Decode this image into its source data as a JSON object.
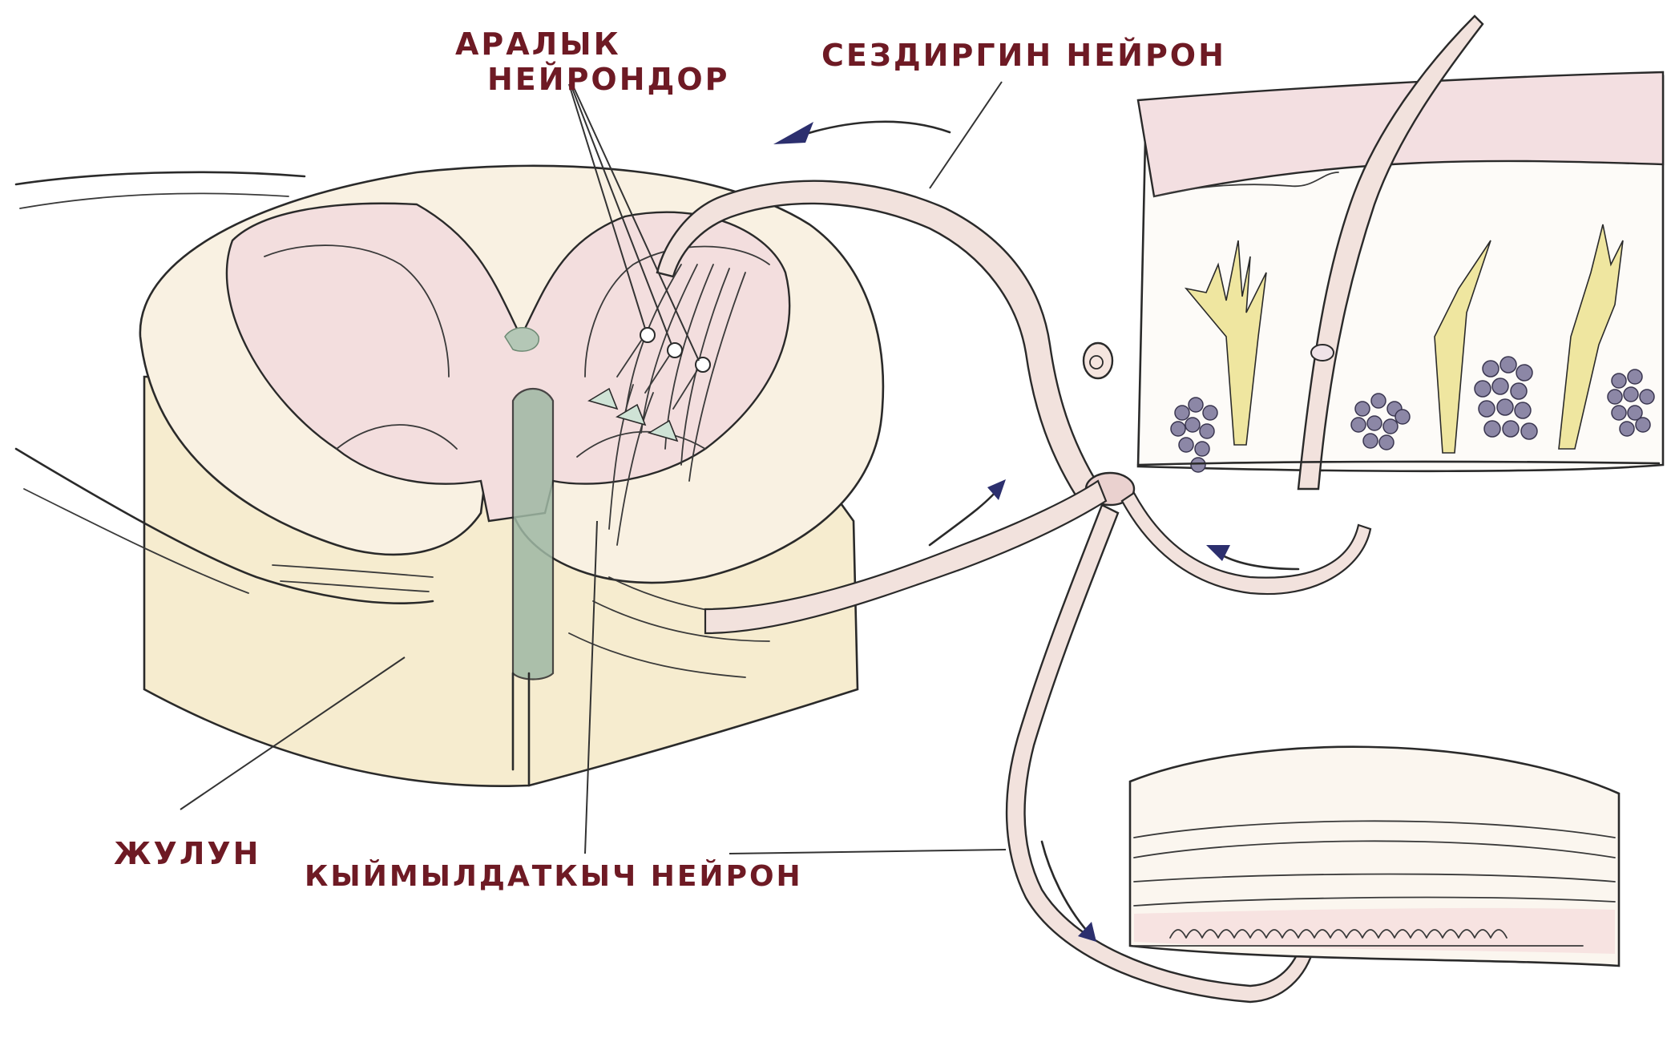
{
  "labels": {
    "interneurons_line1": "АРАЛЫК",
    "interneurons_line2": "НЕЙРОНДОР",
    "sensory_neuron": "СЕЗДИРГИН НЕЙРОН",
    "spinal_cord": "ЖУЛУН",
    "motor_neuron": "КЫЙМЫЛДАТКЫЧ НЕЙРОН"
  },
  "colors": {
    "label_text": "#6e1a24",
    "outline": "#2a2a2a",
    "white_matter": "#f6eccf",
    "gray_matter": "#f3dede",
    "central_canal": "#9fb8a4",
    "nerve_fill": "#f2e2dd",
    "gland_cells": "#5b5872",
    "receptor_yellow": "#efe6a0",
    "arrow": "#2c2f6e"
  }
}
